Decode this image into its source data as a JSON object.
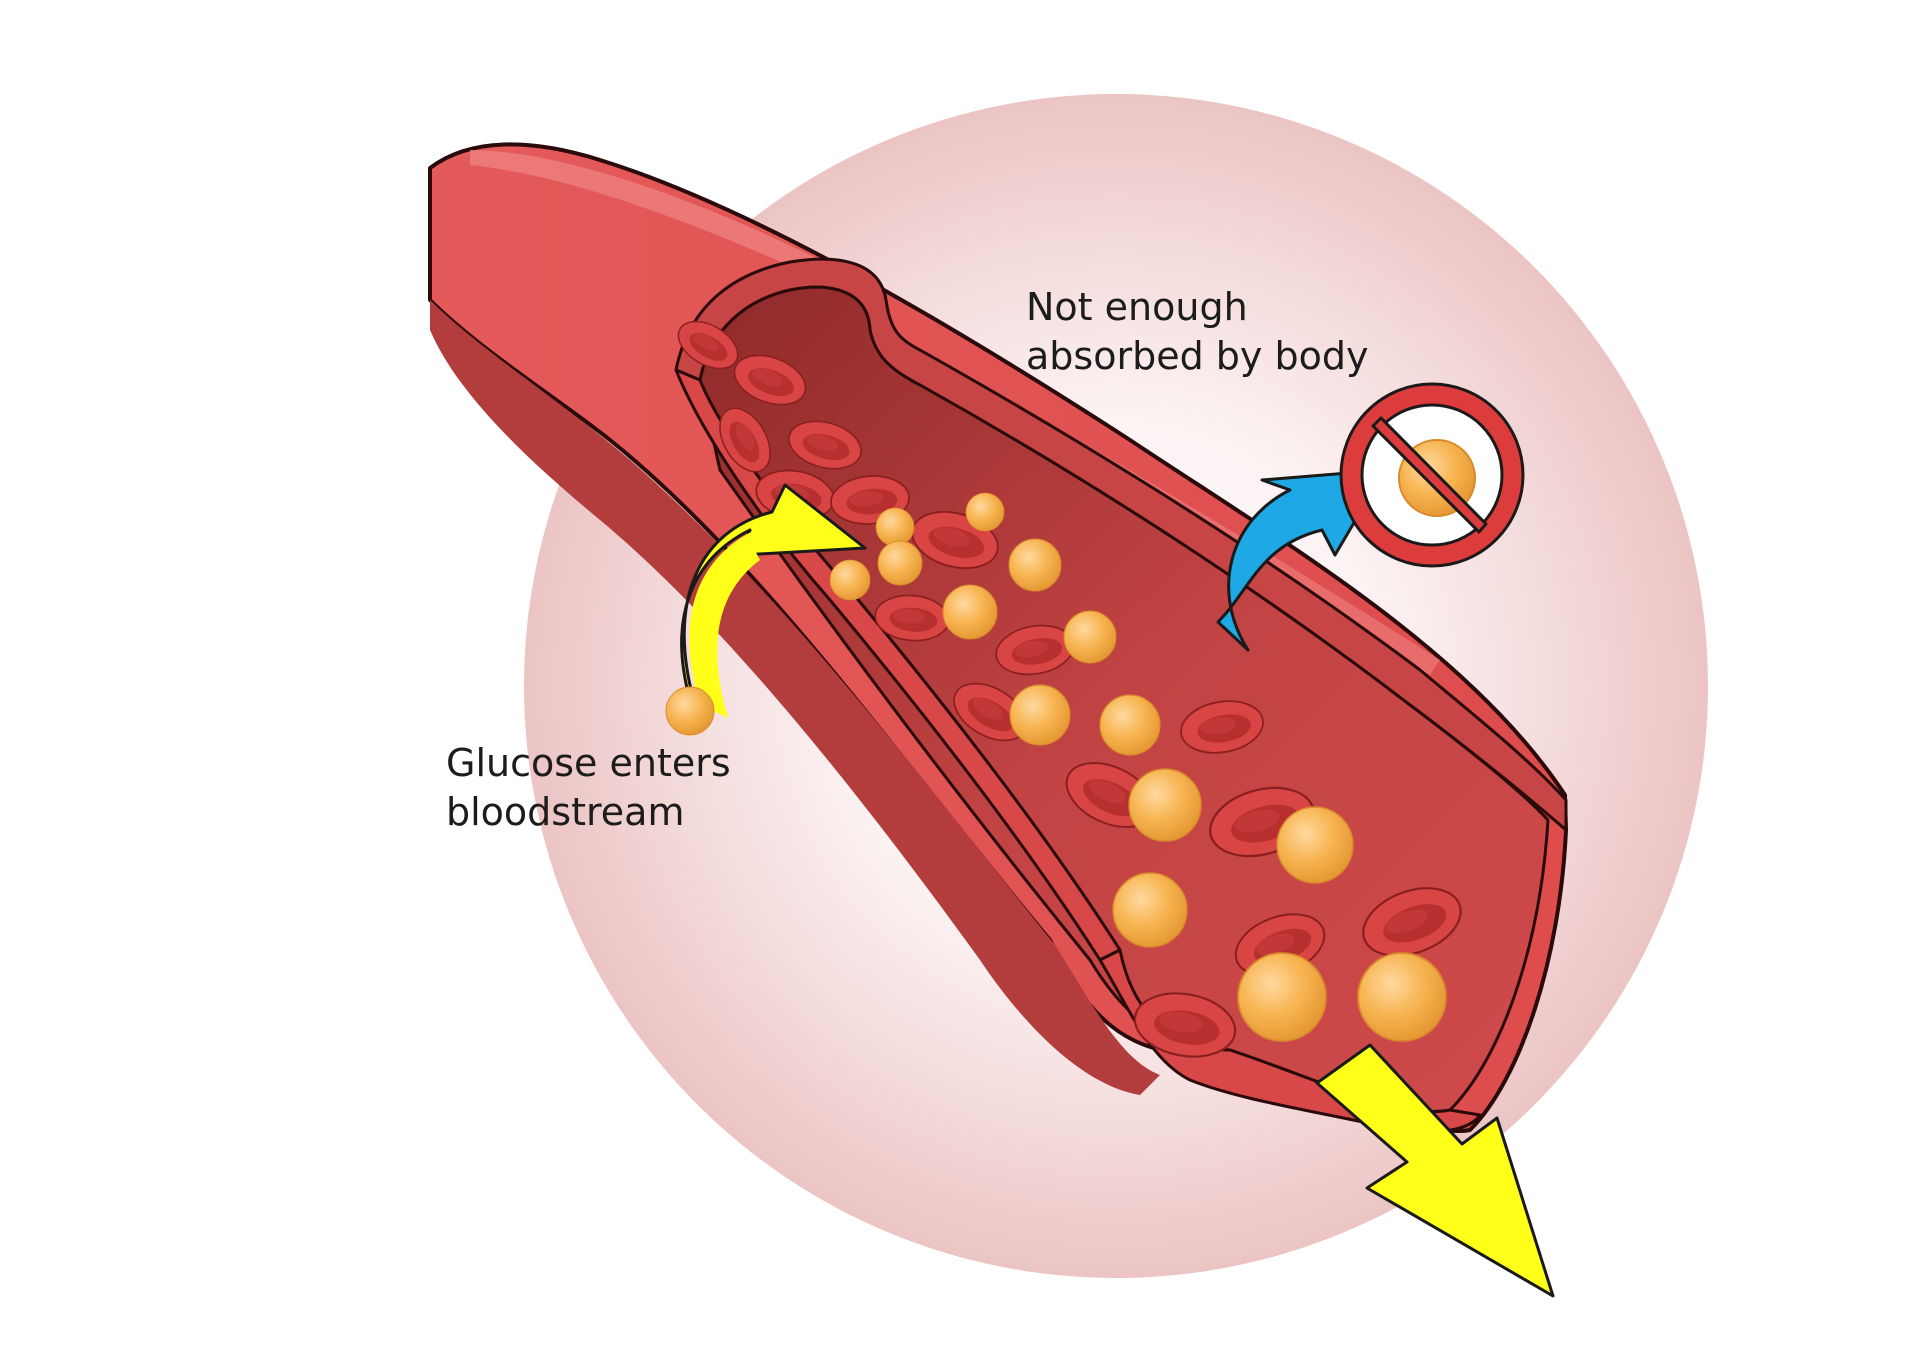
{
  "labels": {
    "not_absorbed": {
      "line1": "Not enough",
      "line2": "absorbed by body"
    },
    "glucose_enters": {
      "line1": "Glucose enters",
      "line2": "bloodstream"
    }
  },
  "colors": {
    "background": "#ffffff",
    "halo": "#ecc4c4",
    "vessel_outer": "#e05050",
    "vessel_shadow": "#b23c3c",
    "vessel_inner": "#c84545",
    "blood_cell": "#d94545",
    "glucose": "#f7b552",
    "entry_arrow": "#ffff1a",
    "absorb_arrow": "#1ea9e6",
    "prohibited_sign": "#dc3c3c"
  },
  "icons": {
    "entry_arrow": "curved-arrow-up-icon",
    "absorb_arrow": "curved-arrow-icon",
    "exit_arrow": "arrow-down-right-icon",
    "prohibited": "prohibited-icon"
  }
}
